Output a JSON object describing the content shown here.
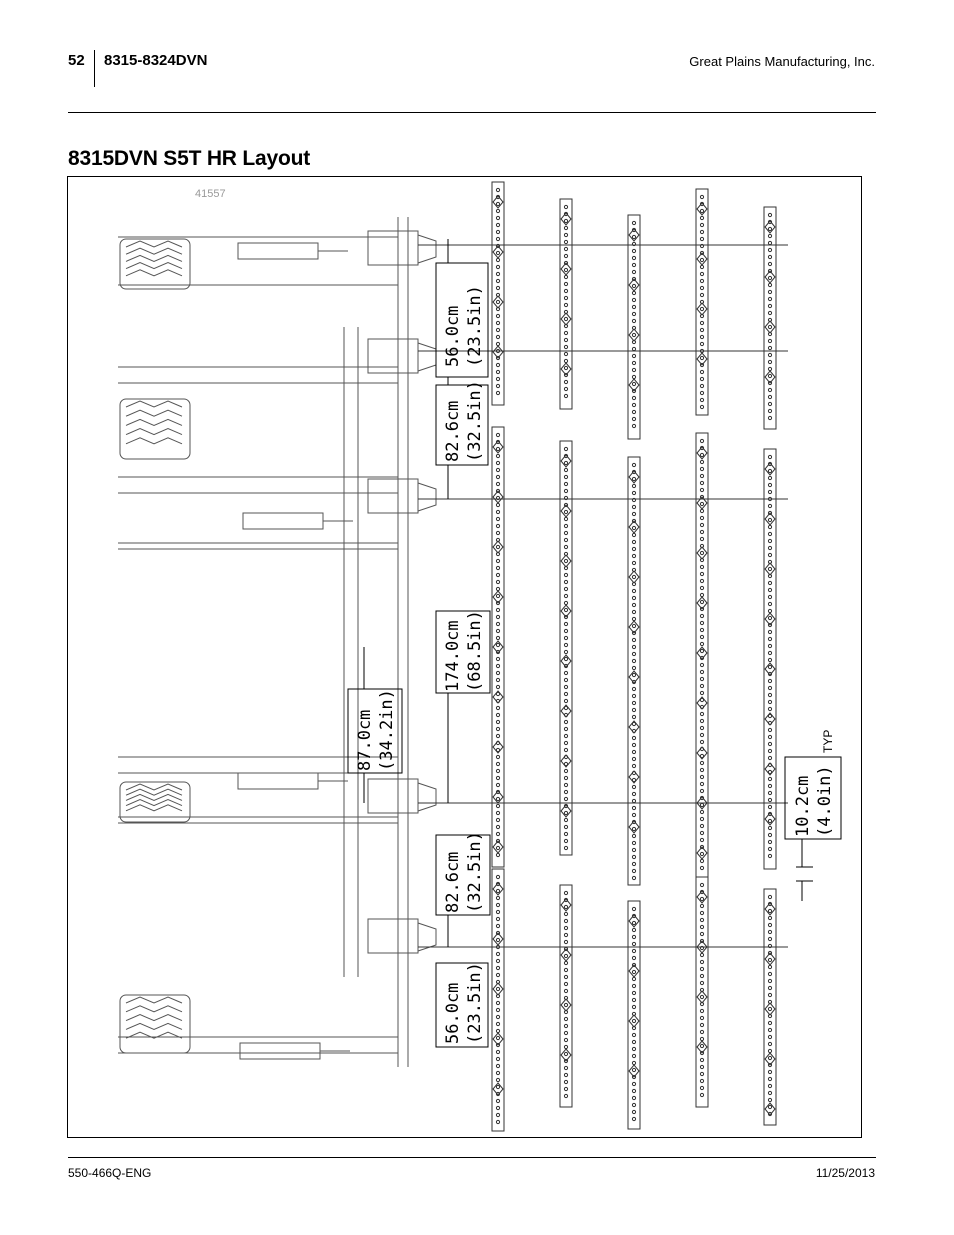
{
  "header": {
    "page_number": "52",
    "model": "8315-8324DVN",
    "company": "Great Plains Manufacturing, Inc."
  },
  "section": {
    "title": "8315DVN S5T HR Layout"
  },
  "figure": {
    "figure_number": "41557",
    "dimensions": [
      {
        "metric": "56.0cm",
        "imperial": "(23.5in)"
      },
      {
        "metric": "82.6cm",
        "imperial": "(32.5in)"
      },
      {
        "metric": "174.0cm",
        "imperial": "(68.5in)"
      },
      {
        "metric": "87.0cm",
        "imperial": "(34.2in)"
      },
      {
        "metric": "82.6cm",
        "imperial": "(32.5in)"
      },
      {
        "metric": "56.0cm",
        "imperial": "(23.5in)"
      },
      {
        "metric": "10.2cm",
        "imperial": "(4.0in)"
      }
    ],
    "typ_label": "TYP"
  },
  "footer": {
    "doc_number": "550-466Q-ENG",
    "date": "11/25/2013"
  }
}
